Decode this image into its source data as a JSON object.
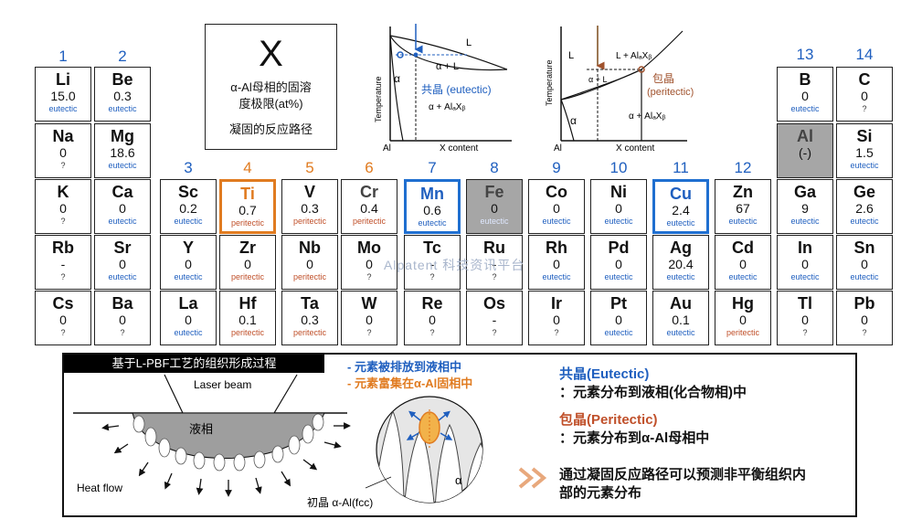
{
  "groups": [
    {
      "label": "1",
      "color": "blue"
    },
    {
      "label": "2",
      "color": "blue"
    },
    {
      "label": "3",
      "color": "blue"
    },
    {
      "label": "4",
      "color": "orange"
    },
    {
      "label": "5",
      "color": "orange"
    },
    {
      "label": "6",
      "color": "orange"
    },
    {
      "label": "7",
      "color": "blue"
    },
    {
      "label": "8",
      "color": "blue"
    },
    {
      "label": "9",
      "color": "blue"
    },
    {
      "label": "10",
      "color": "blue"
    },
    {
      "label": "11",
      "color": "blue"
    },
    {
      "label": "12",
      "color": "blue"
    },
    {
      "label": "13",
      "color": "blue"
    },
    {
      "label": "14",
      "color": "blue"
    }
  ],
  "elements": [
    {
      "symbol": "Li",
      "value": "15.0",
      "reaction": "eutectic"
    },
    {
      "symbol": "Be",
      "value": "0.3",
      "reaction": "eutectic"
    },
    {
      "symbol": "B",
      "value": "0",
      "reaction": "eutectic"
    },
    {
      "symbol": "C",
      "value": "0",
      "reaction": "?"
    },
    {
      "symbol": "Na",
      "value": "0",
      "reaction": "?"
    },
    {
      "symbol": "Mg",
      "value": "18.6",
      "reaction": "eutectic"
    },
    {
      "symbol": "Al",
      "value": "(-)",
      "reaction": ""
    },
    {
      "symbol": "Si",
      "value": "1.5",
      "reaction": "eutectic"
    },
    {
      "symbol": "K",
      "value": "0",
      "reaction": "?"
    },
    {
      "symbol": "Ca",
      "value": "0",
      "reaction": "eutectic"
    },
    {
      "symbol": "Sc",
      "value": "0.2",
      "reaction": "eutectic"
    },
    {
      "symbol": "Ti",
      "value": "0.7",
      "reaction": "peritectic"
    },
    {
      "symbol": "V",
      "value": "0.3",
      "reaction": "peritectic"
    },
    {
      "symbol": "Cr",
      "value": "0.4",
      "reaction": "peritectic"
    },
    {
      "symbol": "Mn",
      "value": "0.6",
      "reaction": "eutectic"
    },
    {
      "symbol": "Fe",
      "value": "0",
      "reaction": "eutectic"
    },
    {
      "symbol": "Co",
      "value": "0",
      "reaction": "eutectic"
    },
    {
      "symbol": "Ni",
      "value": "0",
      "reaction": "eutectic"
    },
    {
      "symbol": "Cu",
      "value": "2.4",
      "reaction": "eutectic"
    },
    {
      "symbol": "Zn",
      "value": "67",
      "reaction": "eutectic"
    },
    {
      "symbol": "Ga",
      "value": "9",
      "reaction": "eutectic"
    },
    {
      "symbol": "Ge",
      "value": "2.6",
      "reaction": "eutectic"
    },
    {
      "symbol": "Rb",
      "value": "-",
      "reaction": "?"
    },
    {
      "symbol": "Sr",
      "value": "0",
      "reaction": "eutectic"
    },
    {
      "symbol": "Y",
      "value": "0",
      "reaction": "eutectic"
    },
    {
      "symbol": "Zr",
      "value": "0",
      "reaction": "peritectic"
    },
    {
      "symbol": "Nb",
      "value": "0",
      "reaction": "peritectic"
    },
    {
      "symbol": "Mo",
      "value": "0",
      "reaction": "?"
    },
    {
      "symbol": "Tc",
      "value": "-",
      "reaction": "?"
    },
    {
      "symbol": "Ru",
      "value": "-",
      "reaction": "?"
    },
    {
      "symbol": "Rh",
      "value": "0",
      "reaction": "eutectic"
    },
    {
      "symbol": "Pd",
      "value": "0",
      "reaction": "eutectic"
    },
    {
      "symbol": "Ag",
      "value": "20.4",
      "reaction": "eutectic"
    },
    {
      "symbol": "Cd",
      "value": "0",
      "reaction": "eutectic"
    },
    {
      "symbol": "In",
      "value": "0",
      "reaction": "eutectic"
    },
    {
      "symbol": "Sn",
      "value": "0",
      "reaction": "eutectic"
    },
    {
      "symbol": "Cs",
      "value": "0",
      "reaction": "?"
    },
    {
      "symbol": "Ba",
      "value": "0",
      "reaction": "?"
    },
    {
      "symbol": "La",
      "value": "0",
      "reaction": "eutectic"
    },
    {
      "symbol": "Hf",
      "value": "0.1",
      "reaction": "peritectic"
    },
    {
      "symbol": "Ta",
      "value": "0.3",
      "reaction": "peritectic"
    },
    {
      "symbol": "W",
      "value": "0",
      "reaction": "?"
    },
    {
      "symbol": "Re",
      "value": "0",
      "reaction": "?"
    },
    {
      "symbol": "Os",
      "value": "-",
      "reaction": "?"
    },
    {
      "symbol": "Ir",
      "value": "0",
      "reaction": "?"
    },
    {
      "symbol": "Pt",
      "value": "0",
      "reaction": "eutectic"
    },
    {
      "symbol": "Au",
      "value": "0.1",
      "reaction": "eutectic"
    },
    {
      "symbol": "Hg",
      "value": "0",
      "reaction": "peritectic"
    },
    {
      "symbol": "Tl",
      "value": "0",
      "reaction": "?"
    },
    {
      "symbol": "Pb",
      "value": "0",
      "reaction": "?"
    }
  ],
  "key": {
    "symbol": "X",
    "line1": "α-Al母相的固溶",
    "line2": "度极限(at%)",
    "line3": "凝固的反应路径"
  },
  "eutectic_diagram": {
    "y_axis": "Temperature",
    "x_axis": "X content",
    "origin": "Al",
    "L": "L",
    "alpha_L": "α + L",
    "alpha": "α",
    "label": "共晶 (eutectic)",
    "product": "α + AlₐXᵦ"
  },
  "peritectic_diagram": {
    "y_axis": "Temperature",
    "x_axis": "X content",
    "origin": "Al",
    "L": "L",
    "L_compound": "L + AlₐXᵦ",
    "alpha_L": "α + L",
    "alpha": "α",
    "label_cn": "包晶",
    "label_en": "(peritectic)",
    "product": "α + AlₐXᵦ"
  },
  "watermark": "Alpatent  科技资讯平台",
  "bottom": {
    "title": "基于L-PBF工艺的组织形成过程",
    "laser": "Laser beam",
    "liquid": "液相",
    "heat_flow": "Heat flow",
    "primary": "初晶 α-Al(fcc)",
    "alpha": "α",
    "legend_blue": "元素被排放到液相中",
    "legend_orange": "元素富集在α-Al固相中",
    "eutectic_title": "共晶(Eutectic)",
    "eutectic_desc": "：元素分布到液相(化合物相)中",
    "peritectic_title": "包晶(Peritectic)",
    "peritectic_desc": "：元素分布到α-Al母相中",
    "conclusion_l1": "通过凝固反应路径可以预测非平衡组织内",
    "conclusion_l2": "部的元素分布"
  },
  "colors": {
    "blue": "#1f5fbf",
    "orange": "#e07b20",
    "gray": "#a6a6a6"
  }
}
